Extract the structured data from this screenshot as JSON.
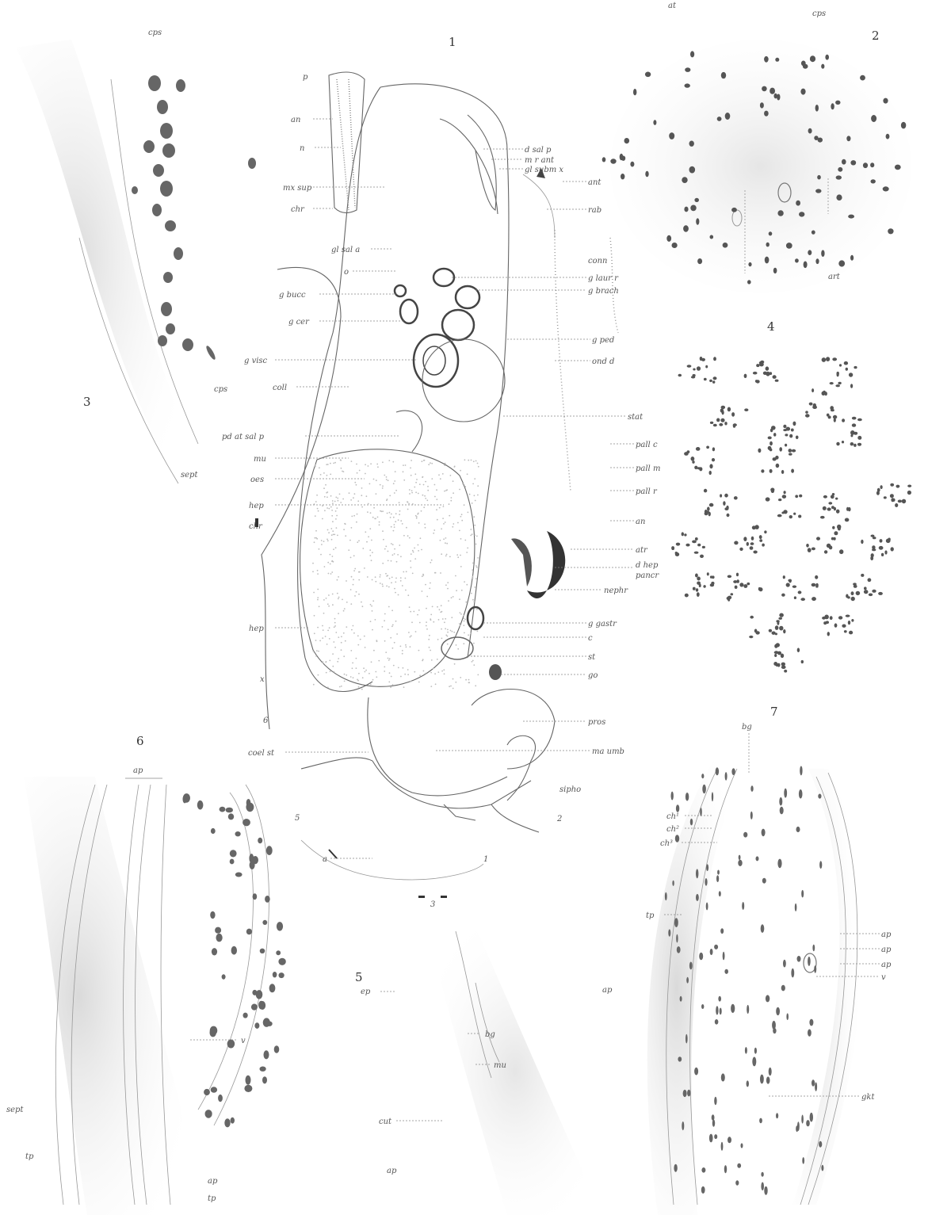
{
  "figure_numbers": [
    "1",
    "2",
    "3",
    "4",
    "5",
    "6",
    "7"
  ],
  "fig1": {
    "labels_left": [
      "p",
      "an",
      "n",
      "mx sup",
      "chr",
      "gl sal a",
      "o",
      "g bucc",
      "g cer",
      "g visc",
      "coll",
      "pd at sal p",
      "mu",
      "oes",
      "hep",
      "chr",
      "hep",
      "x",
      "6",
      "coel st"
    ],
    "labels_right": [
      "d sal p",
      "m r ant",
      "gl subm x",
      "ant",
      "rab",
      "conn",
      "g laur r",
      "g brach",
      "g ped",
      "ond d",
      "stat",
      "pall c",
      "pall m",
      "pall r",
      "an",
      "atr",
      "d hep",
      "pancr",
      "nephr",
      "g gastr",
      "c",
      "st",
      "go",
      "pros",
      "ma umb",
      "sipho"
    ],
    "labels_bottom": [
      "5",
      "a",
      "1",
      "2",
      "3"
    ]
  },
  "fig2": {
    "labels": [
      "at",
      "cps",
      "art"
    ]
  },
  "fig3": {
    "labels": [
      "cps",
      "cps",
      "sept"
    ]
  },
  "fig5": {
    "labels": [
      "ep",
      "bg",
      "mu",
      "cut",
      "ap"
    ]
  },
  "fig6": {
    "labels": [
      "ap",
      "v",
      "sept",
      "tp",
      "ap",
      "tp"
    ]
  },
  "fig7": {
    "labels": [
      "bg",
      "ch¹",
      "ch²",
      "ch³",
      "tp",
      "ap",
      "ap",
      "ap",
      "ap",
      "v",
      "gkt"
    ]
  }
}
